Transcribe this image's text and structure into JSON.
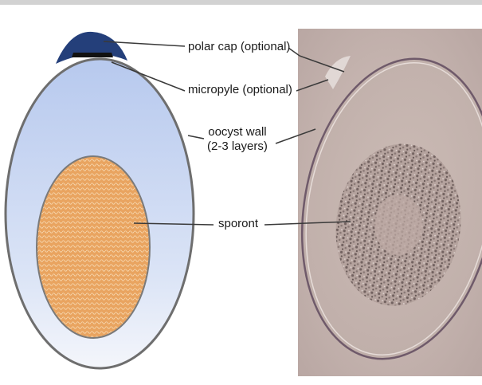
{
  "labels": {
    "polar_cap": "polar cap (optional)",
    "micropyle": "micropyle (optional)",
    "oocyst_wall_line1": "oocyst wall",
    "oocyst_wall_line2": "(2-3 layers)",
    "sporont": "sporont"
  },
  "colors": {
    "polar_cap": "#243f7a",
    "micropyle": "#1a1a1a",
    "oocyst_fill_top": "#b9cbef",
    "oocyst_fill_bottom": "#f2f5fb",
    "oocyst_wall": "#6e6e6e",
    "sporont_fill": "#e9a45f",
    "photo_background": "#c8b8b4"
  }
}
